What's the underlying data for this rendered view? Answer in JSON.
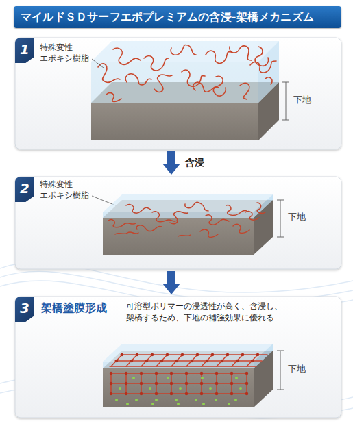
{
  "diagram": {
    "title": "マイルドＳＤサーフエポプレミアムの含浸‐架橋メカニズム",
    "nodes": [
      {
        "text": [
          "1"
        ]
      },
      {
        "text": [
          "2"
        ]
      },
      {
        "text": [
          "3",
          "架橋塗膜形成",
          "可溶型ポリマーの浸透性が高く、含浸し、 架橋するため、下地の補強効果に優れる"
        ]
      }
    ],
    "edges": [
      {
        "from": 0,
        "to": 1,
        "arrow": "to",
        "label": "含浸"
      },
      {
        "from": 1,
        "to": 2,
        "arrow": "to"
      }
    ],
    "labels": [
      "特殊変性 エポキシ樹脂",
      "下地",
      "特殊変性 エポキシ樹脂",
      "下地",
      "下地"
    ]
  }
}
